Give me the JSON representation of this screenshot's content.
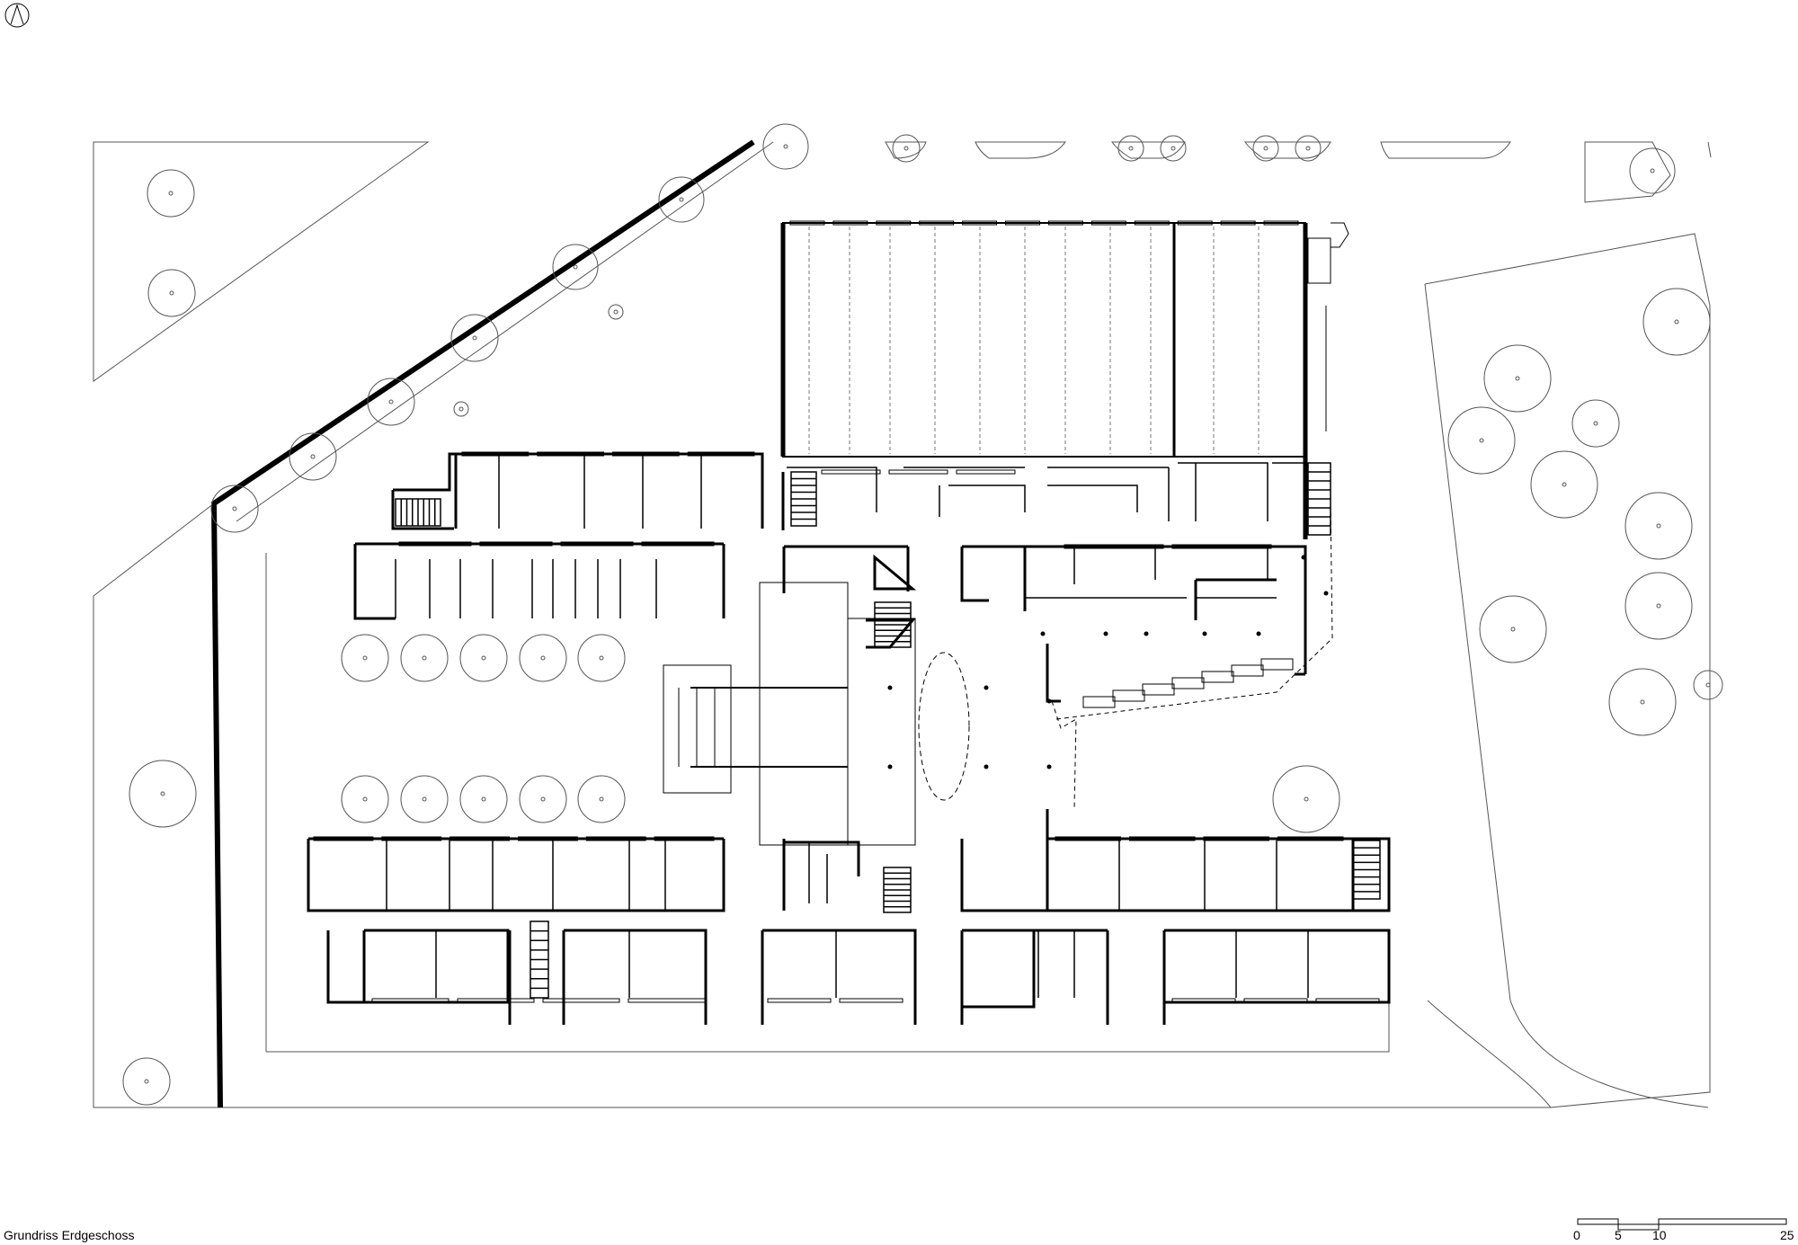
{
  "drawing": {
    "caption": "Grundriss Erdgeschoss",
    "north_arrow_icon": "north-arrow-icon"
  },
  "scale_bar": {
    "labels": [
      "0",
      "5",
      "10",
      "25"
    ]
  }
}
